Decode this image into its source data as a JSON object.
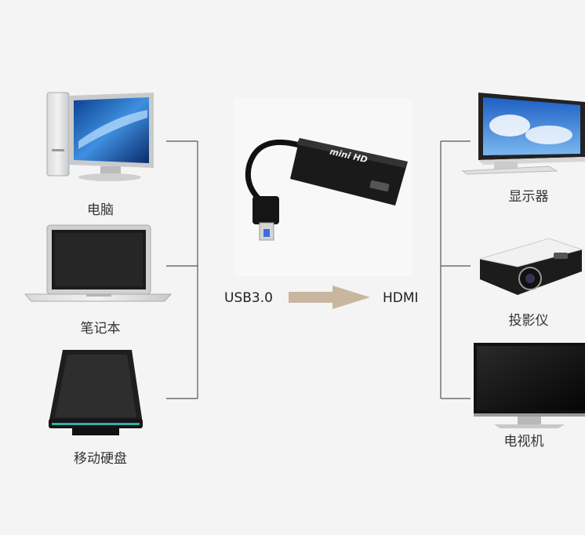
{
  "sources": [
    {
      "label": "电脑",
      "icon": "desktop-computer-icon"
    },
    {
      "label": "笔记本",
      "icon": "laptop-icon"
    },
    {
      "label": "移动硬盘",
      "icon": "external-hard-drive-icon"
    }
  ],
  "targets": [
    {
      "label": "显示器",
      "icon": "monitor-icon"
    },
    {
      "label": "投影仪",
      "icon": "projector-icon"
    },
    {
      "label": "电视机",
      "icon": "television-icon"
    }
  ],
  "adapter": {
    "input_label": "USB3.0",
    "output_label": "HDMI",
    "badge_text": "mini HD",
    "arrow_color": "#c8b6a0"
  }
}
